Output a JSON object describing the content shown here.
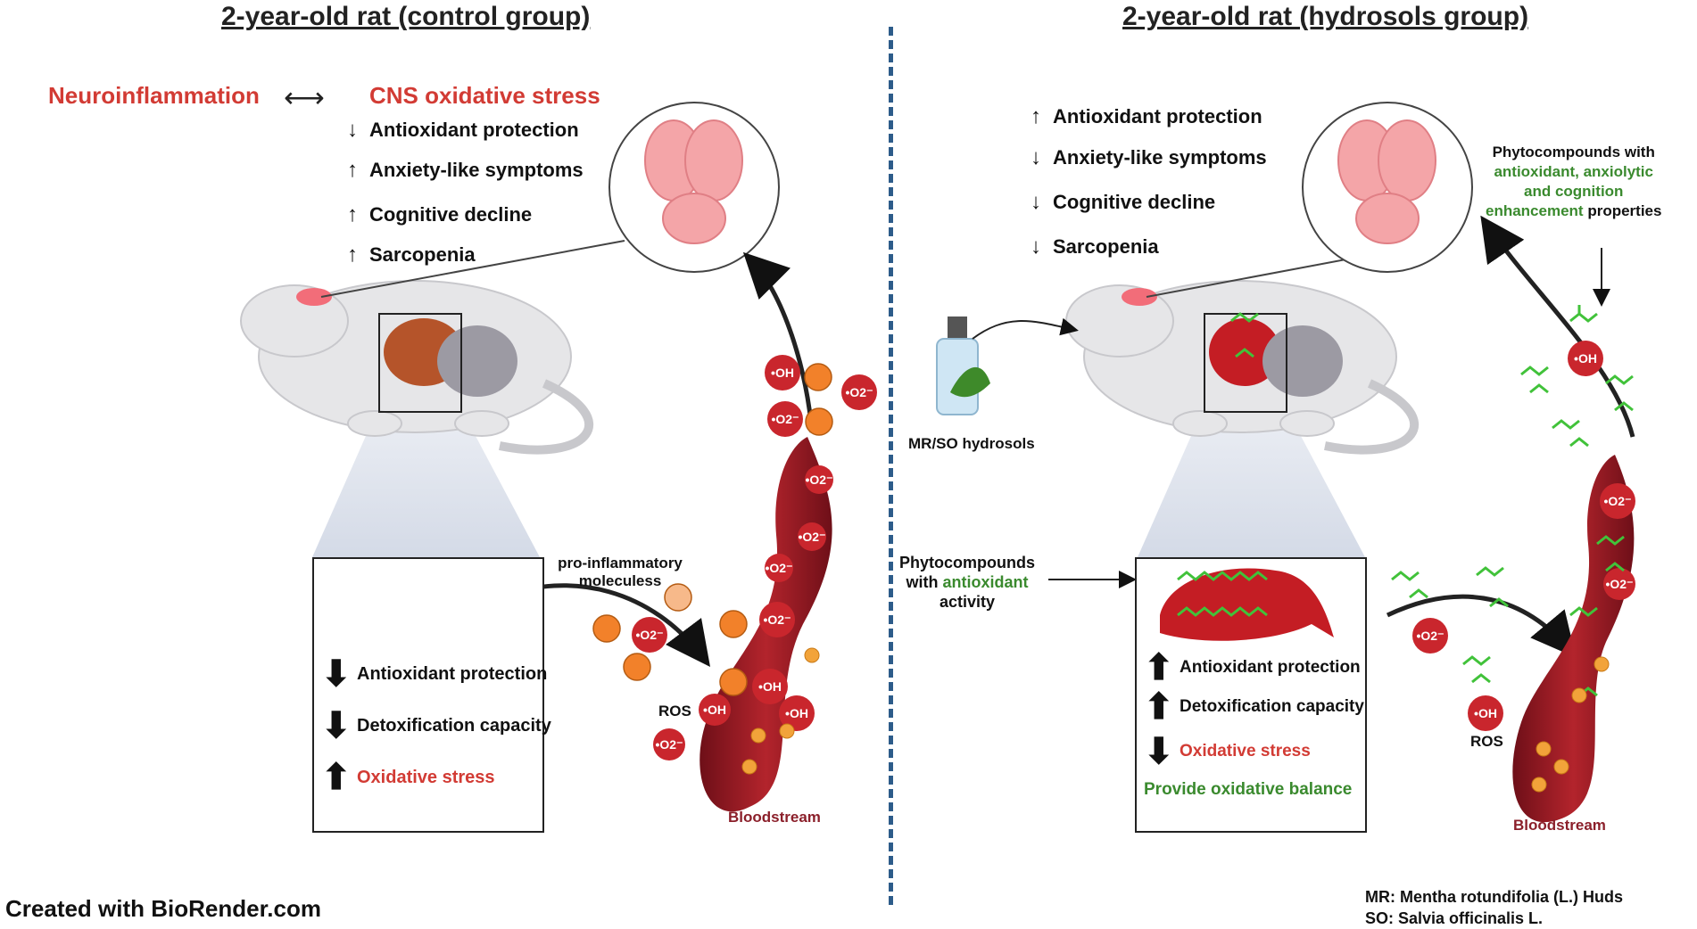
{
  "left": {
    "title": "2-year-old rat (control group)",
    "neuro": "Neuroinflammation",
    "cns": "CNS oxidative stress",
    "effects": [
      {
        "arrow": "↓",
        "label": "Antioxidant protection"
      },
      {
        "arrow": "↑",
        "label": "Anxiety-like symptoms"
      },
      {
        "arrow": "↑",
        "label": "Cognitive decline"
      },
      {
        "arrow": "↑",
        "label": "Sarcopenia"
      }
    ],
    "box": [
      {
        "arrow": "⬇",
        "label": "Antioxidant protection"
      },
      {
        "arrow": "⬇",
        "label": "Detoxification capacity"
      },
      {
        "arrow": "⬆",
        "label": "Oxidative stress"
      }
    ],
    "pro_inflammatory": "pro-inflammatory moleculess",
    "ros": "ROS",
    "bloodstream": "Bloodstream"
  },
  "right": {
    "title": "2-year-old rat (hydrosols group)",
    "effects": [
      {
        "arrow": "↑",
        "label": "Antioxidant protection"
      },
      {
        "arrow": "↓",
        "label": "Anxiety-like symptoms"
      },
      {
        "arrow": "↓",
        "label": "Cognitive decline"
      },
      {
        "arrow": "↓",
        "label": "Sarcopenia"
      }
    ],
    "hydrosols": "MR/SO hydrosols",
    "phyto_top_1": "Phytocompounds with",
    "phyto_top_2": "antioxidant, anxiolytic",
    "phyto_top_3": "and cognition",
    "phyto_top_4a": "enhancement",
    "phyto_top_4b": " properties",
    "phyto_left_1": "Phytocompounds",
    "phyto_left_2a": "with ",
    "phyto_left_2b": "antioxidant",
    "phyto_left_3": "activity",
    "box": [
      {
        "arrow": "⬆",
        "label": "Antioxidant protection"
      },
      {
        "arrow": "⬆",
        "label": "Detoxification capacity"
      },
      {
        "arrow": "⬇",
        "label": "Oxidative stress"
      }
    ],
    "balance": "Provide oxidative balance",
    "ros": "ROS",
    "bloodstream": "Bloodstream"
  },
  "footer": {
    "credit": "Created with BioRender.com",
    "mr": "MR: Mentha rotundifolia (L.) Huds",
    "so": "SO: Salvia officinalis L."
  },
  "radicals": {
    "oh": "•OH",
    "o2": "•O2⁻"
  },
  "colors": {
    "accent_red": "#d23b34",
    "green": "#3a8a2e",
    "divider": "#2d5c8a",
    "blood": "#8b1f2a"
  }
}
